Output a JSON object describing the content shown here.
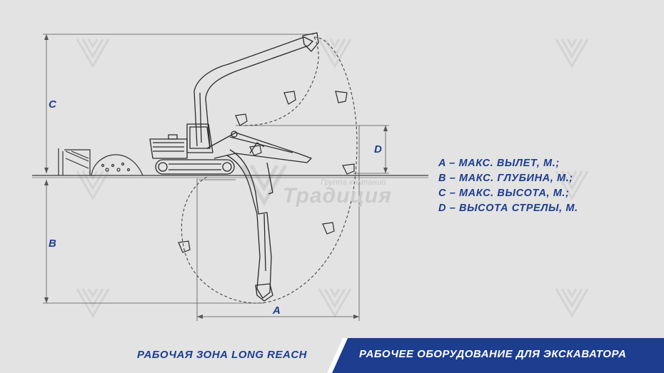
{
  "dimensions": {
    "a_label": "A",
    "b_label": "B",
    "c_label": "C",
    "d_label": "D"
  },
  "legend": [
    "A – МАКС. ВЫЛЕТ, М.;",
    "B – МАКС. ГЛУБИНА, М.;",
    "C – МАКС. ВЫСОТА, М.;",
    "D – ВЫСОТА СТРЕЛЫ, М."
  ],
  "footer": {
    "left_caption": "РАБОЧАЯ ЗОНА LONG REACH",
    "right_caption": "РАБОЧЕЕ ОБОРУДОВАНИЕ ДЛЯ ЭКСКАВАТОРА"
  },
  "watermark": {
    "small": "Группа компаний",
    "big": "Традиция"
  },
  "colors": {
    "background": "#e3e3e3",
    "accent_blue": "#1d3d8f",
    "line": "#333333"
  }
}
